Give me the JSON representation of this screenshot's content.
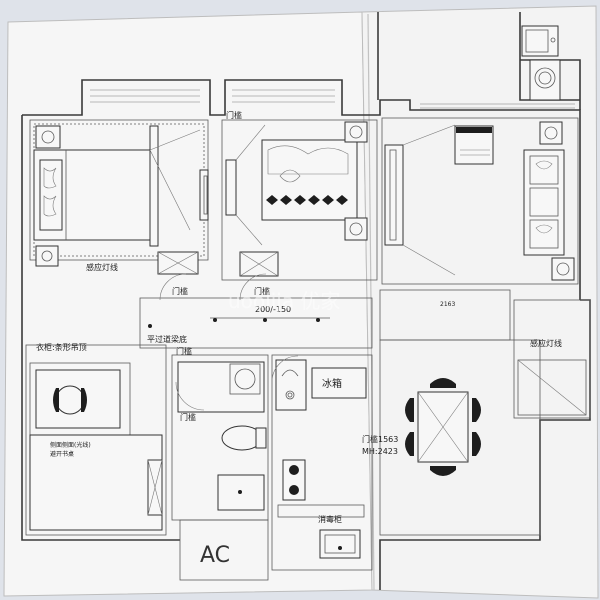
{
  "labels": {
    "ganying_dengxian_1": "感应灯线",
    "ganying_dengxian_2": "感应灯线",
    "menkan_1": "门槛",
    "menkan_2": "门槛",
    "menkan_3": "门槛",
    "menkan_4": "门槛",
    "menkan_5": "门槛",
    "dimension": "200/-150",
    "beam": "平过道梁底",
    "wardrobe": "衣柜:条形吊顶",
    "study_note_1": "侧面侧面(光线)",
    "study_note_2": "避开书桌",
    "fridge": "冰箱",
    "door_height_1": "门槛1563",
    "door_height_2": "MH:2423",
    "disinfect": "消毒柜",
    "ac": "AC",
    "dim_2163": "2163",
    "watermark": "uoolija 优家"
  },
  "colors": {
    "paper": "#f7f7f7",
    "line": "#333333",
    "background": "#dfe3ea"
  }
}
